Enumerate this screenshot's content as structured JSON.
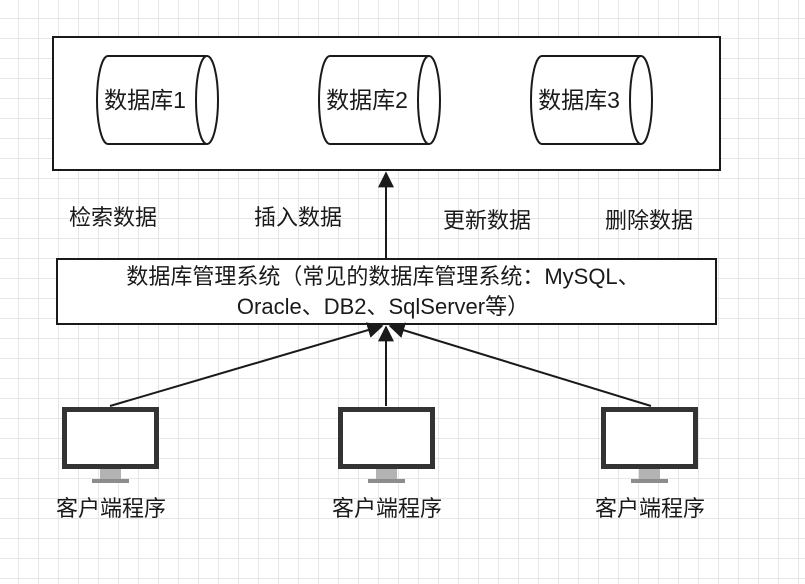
{
  "databases": [
    {
      "label": "数据库1"
    },
    {
      "label": "数据库2"
    },
    {
      "label": "数据库3"
    }
  ],
  "operations": [
    "检索数据",
    "插入数据",
    "更新数据",
    "删除数据"
  ],
  "dbms": {
    "line1": "数据库管理系统（常见的数据库管理系统：MySQL、",
    "line2": "Oracle、DB2、SqlServer等）"
  },
  "clients": [
    {
      "label": "客户端程序"
    },
    {
      "label": "客户端程序"
    },
    {
      "label": "客户端程序"
    }
  ]
}
